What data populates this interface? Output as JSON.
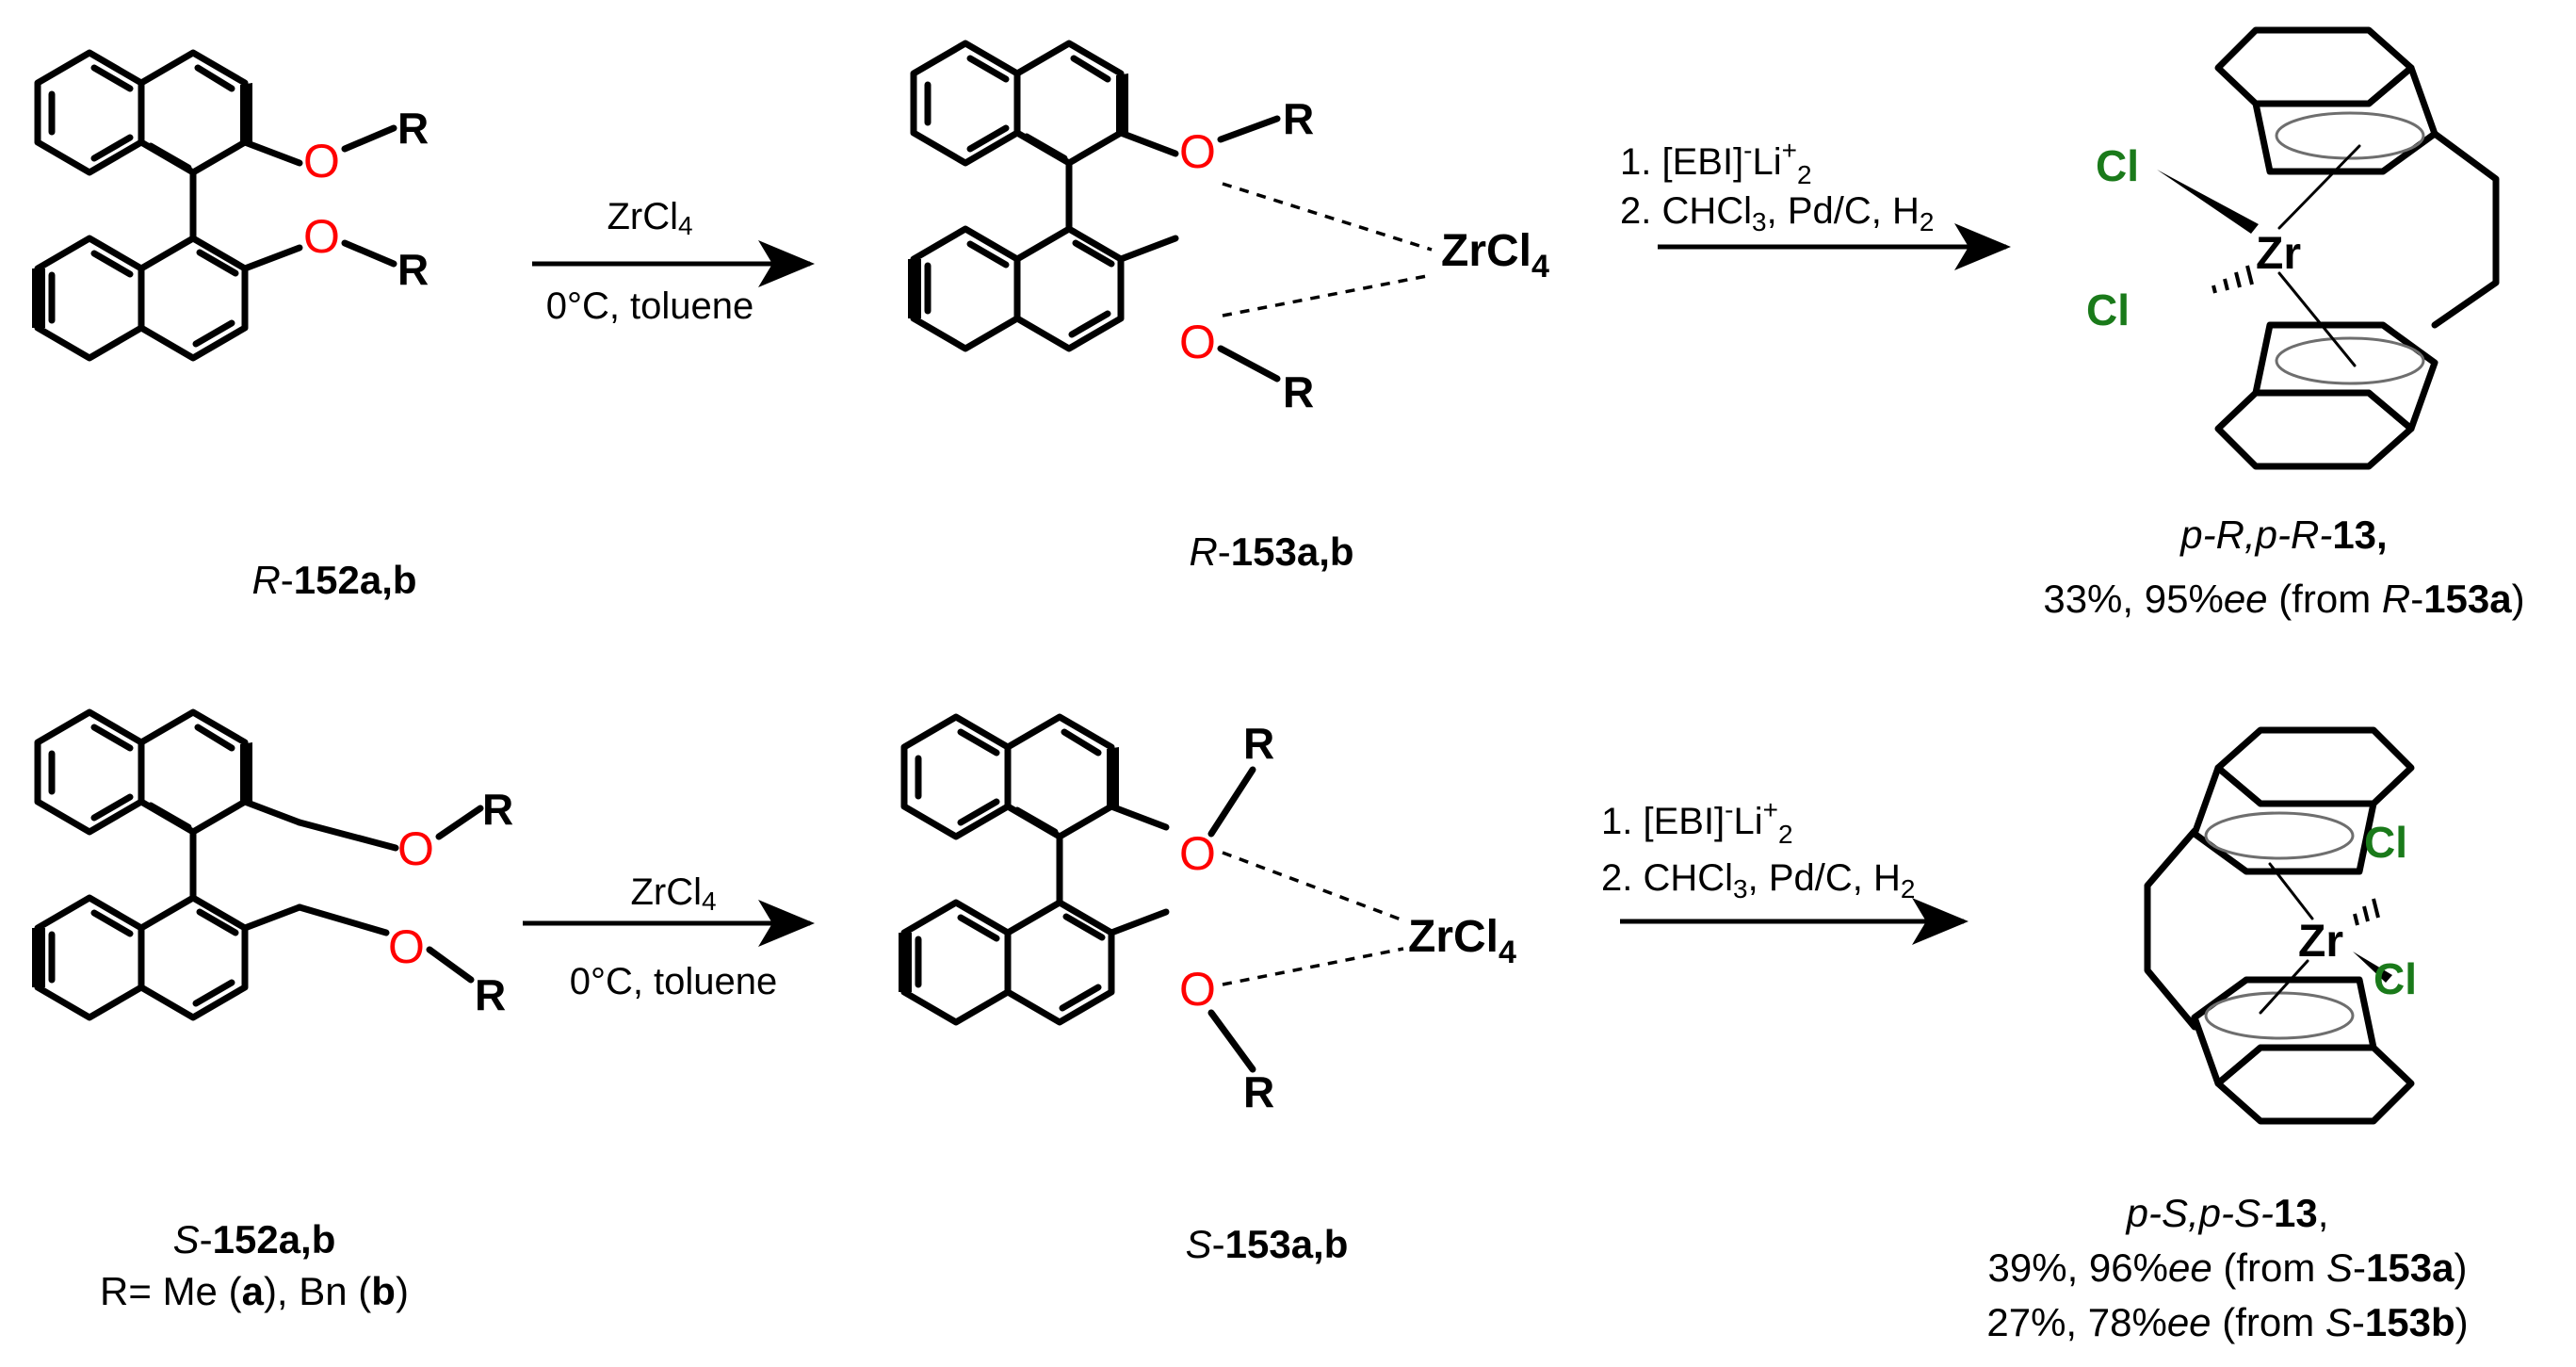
{
  "reagents": {
    "r1_top": "ZrCl",
    "r1_top_sub": "4",
    "r1_bottom": "0°C, toluene",
    "r2_line1": "1. [EBI]",
    "r2_line1_sup1": "-",
    "r2_line1_mid": "Li",
    "r2_line1_sup2": "+",
    "r2_line1_sub": "2",
    "r2_line2_a": "2. CHCl",
    "r2_line2_sub": "3",
    "r2_line2_b": ", Pd/C, H",
    "r2_line2_sub2": "2"
  },
  "atoms": {
    "R": "R",
    "O": "O",
    "Cl": "Cl",
    "Zr": "Zr",
    "ZrCl": "ZrCl",
    "four": "4"
  },
  "captions": {
    "c1_pre": "R",
    "c1_num": "152a,b",
    "c2_pre": "R",
    "c2_num": "153a,b",
    "c3_pre": "p-R,p-R-",
    "c3_num": "13,",
    "c3_line2_a": "33%, 95%",
    "c3_line2_ee": "ee",
    "c3_line2_b": " (from ",
    "c3_line2_c": "R",
    "c3_line2_d": "153a",
    "c3_line2_e": ")",
    "c4_pre": "S",
    "c4_num": "152a,b",
    "c4_line2_a": "R= Me (",
    "c4_line2_b": "a",
    "c4_line2_c": "), Bn (",
    "c4_line2_d": "b",
    "c4_line2_e": ")",
    "c5_pre": "S",
    "c5_num": "153a,b",
    "c6_pre": "p-S,p-S-",
    "c6_num": "13",
    "c6_comma": ",",
    "c6_l2_a": "39%, 96%",
    "c6_l2_ee": "ee",
    "c6_l2_b": " (from ",
    "c6_l2_c": "S",
    "c6_l2_d": "153a",
    "c6_l2_e": ")",
    "c6_l3_a": "27%, 78%",
    "c6_l3_ee": "ee",
    "c6_l3_b": " (from ",
    "c6_l3_c": "S",
    "c6_l3_d": "153b",
    "c6_l3_e": ")",
    "dash": "-"
  },
  "colors": {
    "oxygen": "#ff0000",
    "chlorine": "#1a7a1a",
    "bond": "#000000"
  }
}
